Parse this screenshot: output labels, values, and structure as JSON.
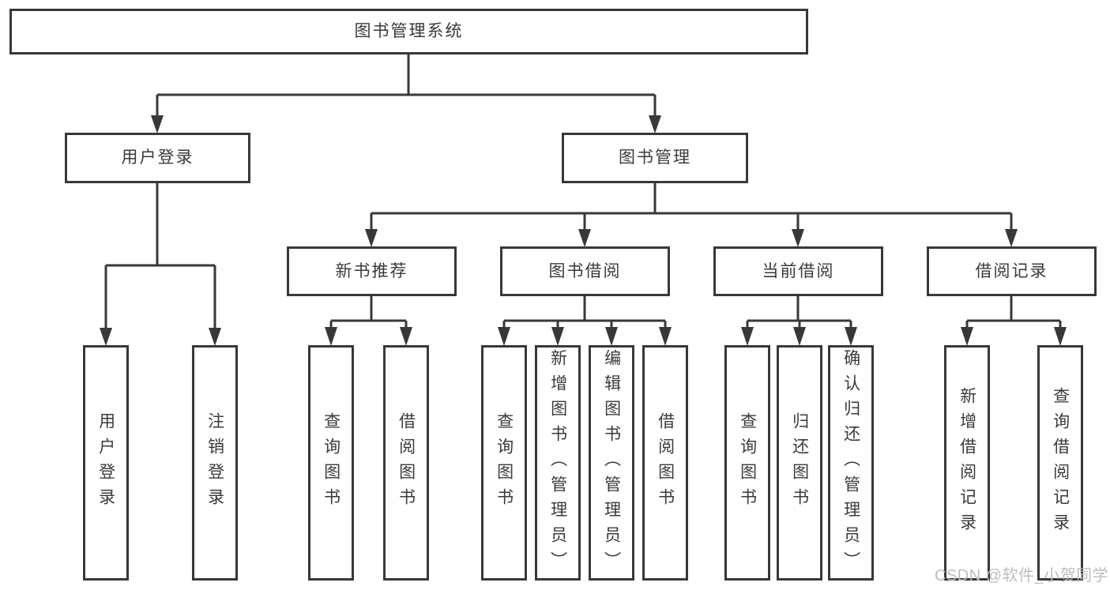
{
  "colors": {
    "line": "#383838",
    "text": "#3a3a3a",
    "watermark": "#bdbdbd",
    "background": "#ffffff"
  },
  "watermark": "CSDN @软件_小贺同学",
  "tree": {
    "label": "图书管理系统",
    "children": [
      {
        "label": "用户登录",
        "children": [
          {
            "label": "用户登录"
          },
          {
            "label": "注销登录"
          }
        ]
      },
      {
        "label": "图书管理",
        "children": [
          {
            "label": "新书推荐",
            "children": [
              {
                "label": "查询图书"
              },
              {
                "label": "借阅图书"
              }
            ]
          },
          {
            "label": "图书借阅",
            "children": [
              {
                "label": "查询图书"
              },
              {
                "label": "新增图书（管理员）"
              },
              {
                "label": "编辑图书（管理员）"
              },
              {
                "label": "借阅图书"
              }
            ]
          },
          {
            "label": "当前借阅",
            "children": [
              {
                "label": "查询图书"
              },
              {
                "label": "归还图书"
              },
              {
                "label": "确认归还（管理员）"
              }
            ]
          },
          {
            "label": "借阅记录",
            "children": [
              {
                "label": "新增借阅记录"
              },
              {
                "label": "查询借阅记录"
              }
            ]
          }
        ]
      }
    ]
  }
}
